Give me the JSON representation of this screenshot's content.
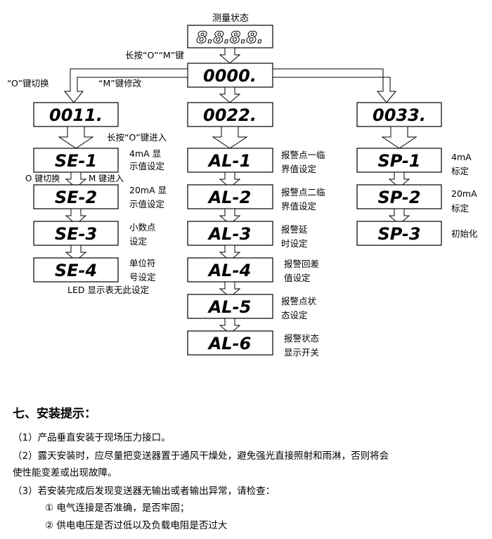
{
  "diagram": {
    "top_label": "测量状态",
    "long_press_om": "长按“O”“M”键",
    "o_switch": "“O”键切换",
    "m_modify": "“M”键修改",
    "long_press_o": "长按“O”键进入",
    "o_switch_short": "O 键切换",
    "m_enter": "M 键进入",
    "led_note": "LED 显示表无此设定",
    "displays": {
      "measure": "8.8.8.8.",
      "root": "0000.",
      "menu1": "0011.",
      "menu2": "0022.",
      "menu3": "0033.",
      "se1": "SE-1",
      "se2": "SE-2",
      "se3": "SE-3",
      "se4": "SE-4",
      "al1": "AL-1",
      "al2": "AL-2",
      "al3": "AL-3",
      "al4": "AL-4",
      "al5": "AL-5",
      "al6": "AL-6",
      "sp1": "SP-1",
      "sp2": "SP-2",
      "sp3": "SP-3"
    },
    "notes": {
      "se1": [
        "4mA 显",
        "示值设定"
      ],
      "se2": [
        "20mA 显",
        "示值设定"
      ],
      "se3": [
        "小数点",
        "设定"
      ],
      "se4": [
        "单位符",
        "号设定"
      ],
      "al1": [
        "报警点一临",
        "界值设定"
      ],
      "al2": [
        "报警点二临",
        "界值设定"
      ],
      "al3": [
        "报警延",
        "时设定"
      ],
      "al4": [
        "报警回差",
        "值设定"
      ],
      "al5": [
        "报警点状",
        "态设定"
      ],
      "al6": [
        "报警状态",
        "显示开关"
      ],
      "sp1": [
        "4mA",
        "标定"
      ],
      "sp2": [
        "20mA",
        "标定"
      ],
      "sp3": [
        "初始化"
      ]
    }
  },
  "section": {
    "title": "七、安装提示：",
    "lines": [
      "（1）产品垂直安装于现场压力接口。",
      "（2）露天安装时，应尽量把变送器置于通风干燥处，避免强光直接照射和雨淋，否则将会",
      "使性能变差或出现故障。",
      "（3）若安装完成后发现变送器无输出或者输出异常，请检查：",
      "① 电气连接是否准确，是否牢固；",
      "② 供电电压是否过低以及负载电阻是否过大"
    ]
  }
}
